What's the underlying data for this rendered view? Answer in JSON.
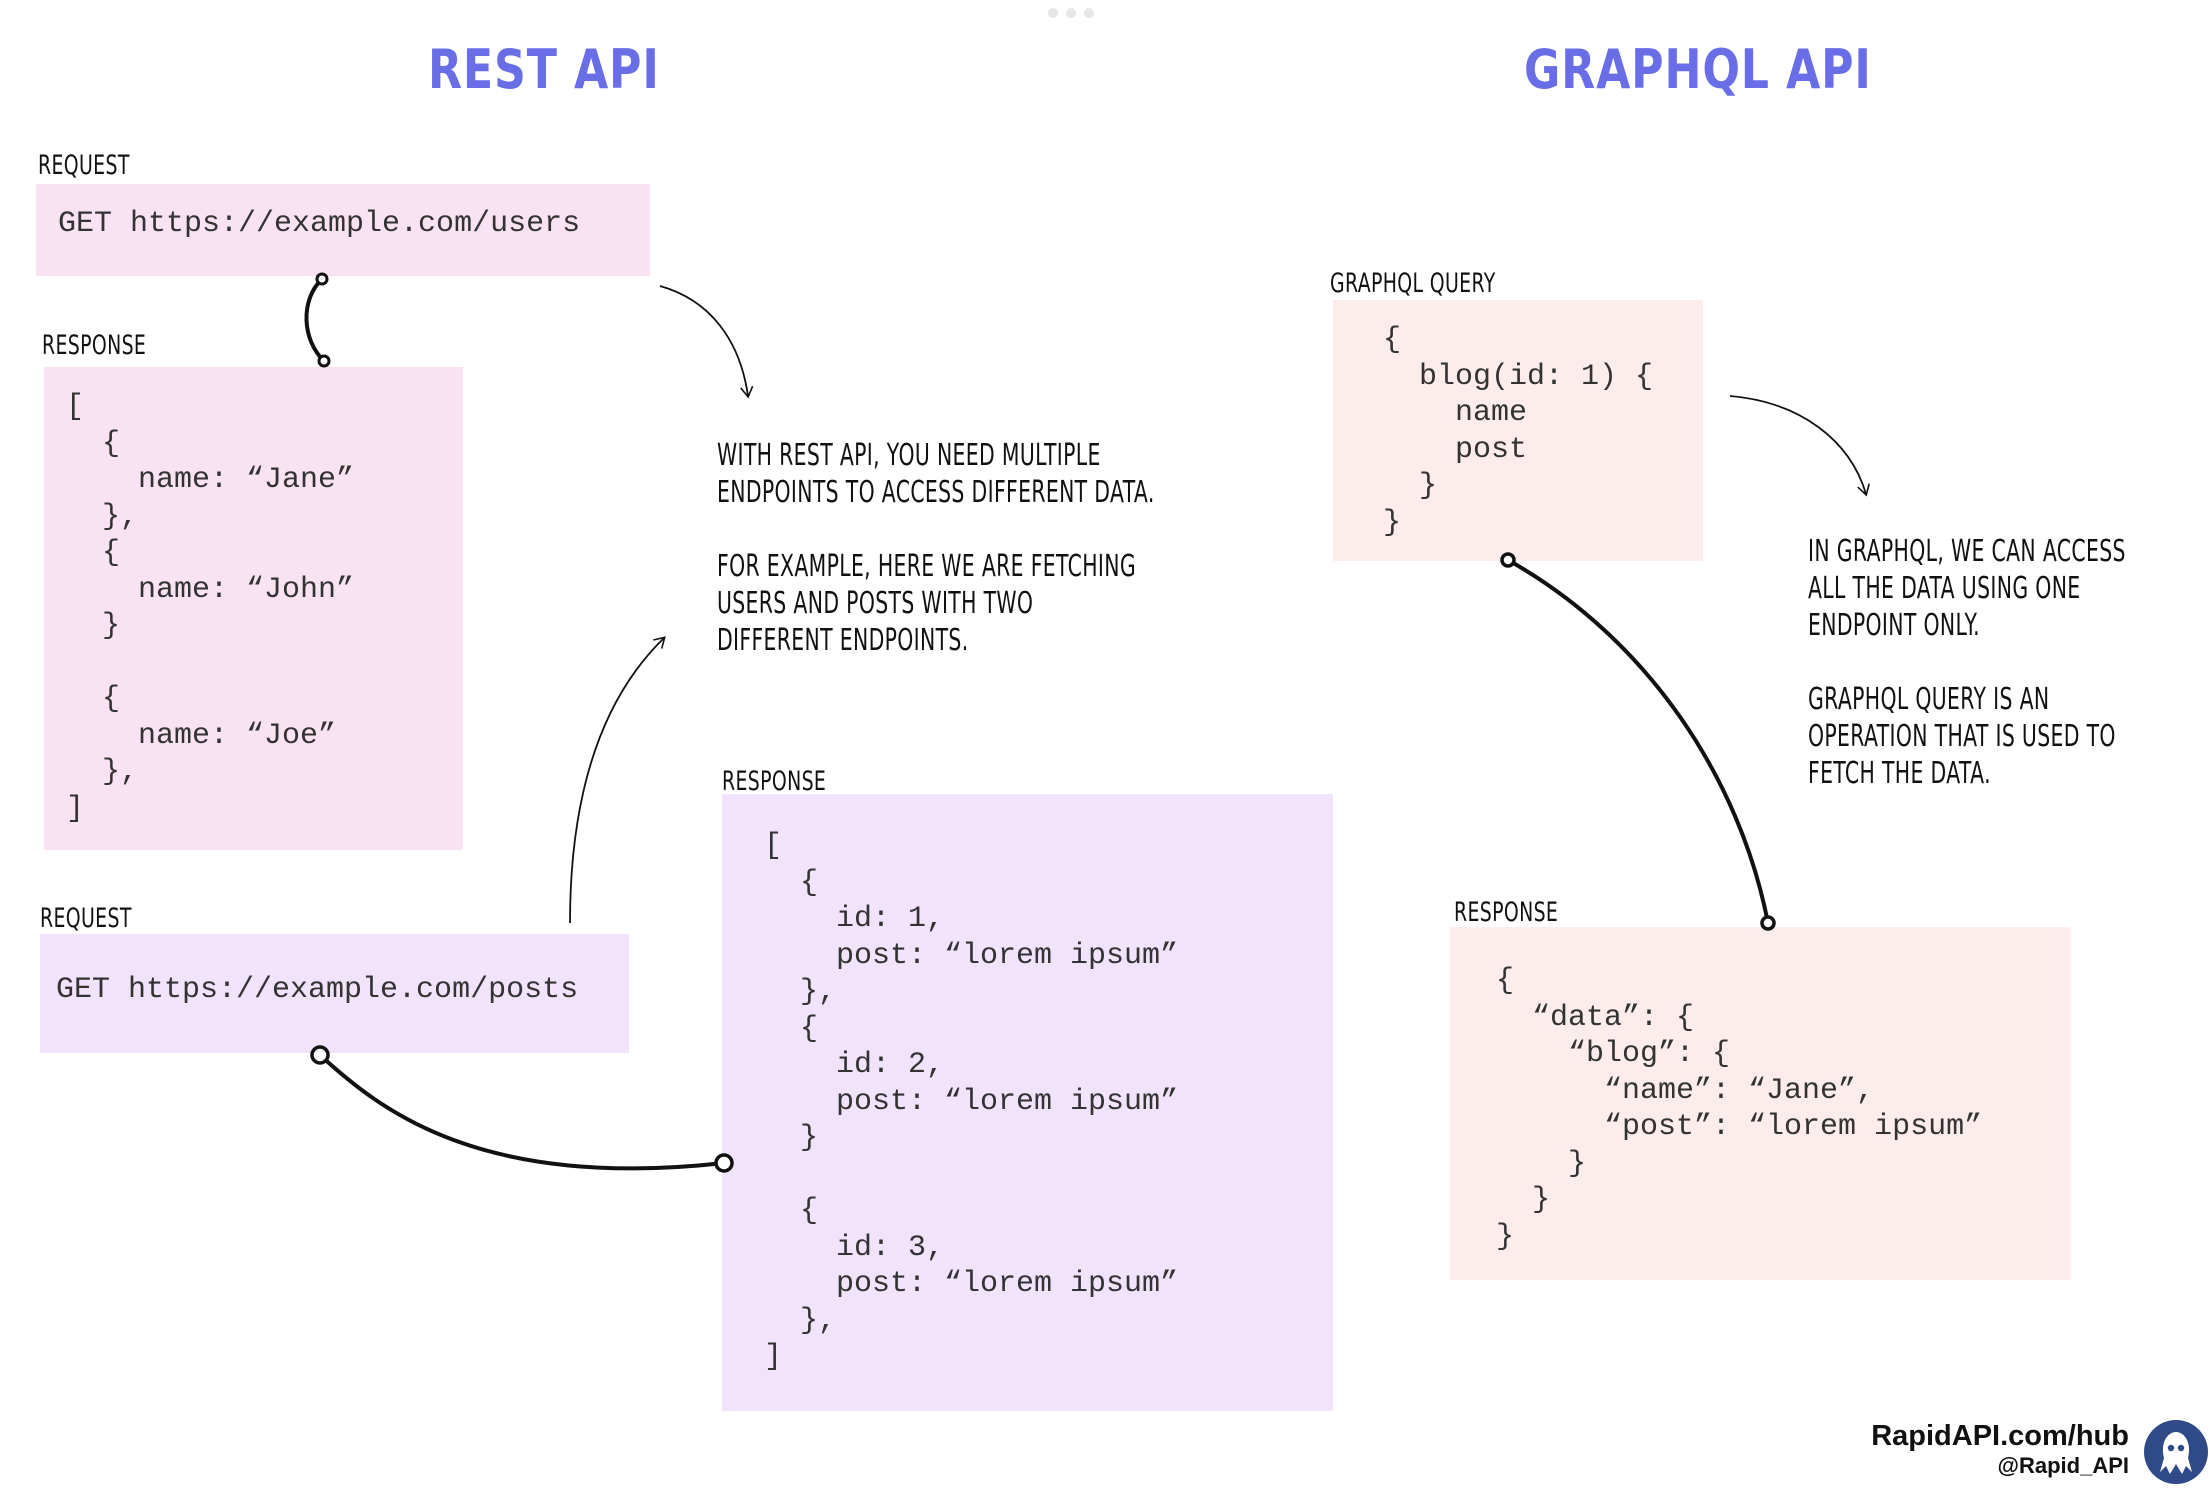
{
  "rest": {
    "title": "REST API",
    "request1": {
      "label": "REQUEST",
      "code": "GET https://example.com/users"
    },
    "response1": {
      "label": "RESPONSE",
      "code": "[\n  {\n    name: “Jane”\n  },\n  {\n    name: “John”\n  }\n\n  {\n    name: “Joe”\n  },\n]"
    },
    "note": "WITH REST API, YOU NEED MULTIPLE\nENDPOINTS TO ACCESS DIFFERENT DATA.\n\nFOR EXAMPLE, HERE WE ARE FETCHING\nUSERS AND POSTS WITH TWO\nDIFFERENT ENDPOINTS.",
    "request2": {
      "label": "REQUEST",
      "code": "GET https://example.com/posts"
    },
    "response2": {
      "label": "RESPONSE",
      "code": "[\n  {\n    id: 1,\n    post: “lorem ipsum”\n  },\n  {\n    id: 2,\n    post: “lorem ipsum”\n  }\n\n  {\n    id: 3,\n    post: “lorem ipsum”\n  },\n]"
    }
  },
  "graphql": {
    "title": "GRAPHQL API",
    "query": {
      "label": "GRAPHQL QUERY",
      "code": "{\n  blog(id: 1) {\n    name\n    post\n  }\n}"
    },
    "note": "IN GRAPHQL, WE CAN ACCESS\nALL THE DATA USING ONE\nENDPOINT ONLY.\n\nGRAPHQL QUERY IS AN\nOPERATION THAT IS USED TO\nFETCH THE DATA.",
    "response": {
      "label": "RESPONSE",
      "code": "{\n  “data”: {\n    “blog”: {\n      “name”: “Jane”,\n      “post”: “lorem ipsum”\n    }\n  }\n}"
    }
  },
  "brand": {
    "site": "RapidAPI.com/hub",
    "handle": "@Rapid_API",
    "logo_icon": "rapidapi-octopus-icon"
  },
  "colors": {
    "title": "#6a6ee6",
    "pink_box": "#f9e3f3",
    "lavender_box": "#f1e3fc",
    "peach_box": "#fcecec",
    "logo": "#2f4a86"
  }
}
